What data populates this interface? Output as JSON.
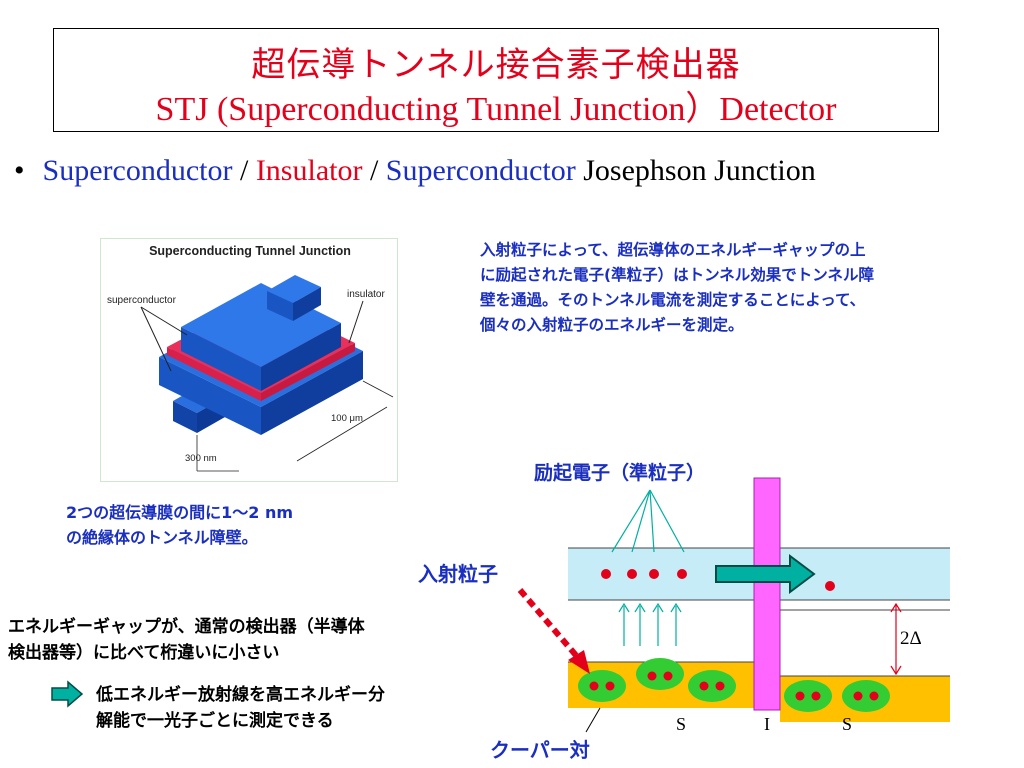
{
  "title": {
    "jp": "超伝導トンネル接合素子検出器",
    "en": "STJ (Superconducting Tunnel Junction）Detector"
  },
  "bullet": {
    "symbol": "•",
    "part1": "Superconductor",
    "sep1": " / ",
    "part2": "Insulator",
    "sep2": " / ",
    "part3": "Superconductor",
    "part4": " Josephson Junction"
  },
  "figure": {
    "title": "Superconducting Tunnel Junction",
    "label_superconductor": "superconductor",
    "label_insulator": "insulator",
    "dim_width": "100 μm",
    "dim_thickness": "300 nm"
  },
  "description": [
    "入射粒子によって、超伝導体のエネルギーギャップの上",
    "に励起された電子(準粒子）はトンネル効果でトンネル障",
    "壁を通過。そのトンネル電流を測定することによって、",
    "個々の入射粒子のエネルギーを測定。"
  ],
  "film_caption": [
    "2つの超伝導膜の間に1～2 nm",
    "の絶縁体のトンネル障壁。"
  ],
  "energy_gap": [
    "エネルギーギャップが、通常の検出器（半導体",
    "検出器等）に比べて桁違いに小さい"
  ],
  "result": [
    "低エネルギー放射線を高エネルギー分",
    "解能で一光子ごとに測定できる"
  ],
  "diagram": {
    "excited_label": "励起電子（準粒子）",
    "incident_label": "入射粒子",
    "cooper_label": "クーパー対",
    "gap_label": "2Δ",
    "s_left": "S",
    "i_label": "I",
    "s_right": "S"
  },
  "colors": {
    "title_red": "#e3001b",
    "text_blue": "#1a2fbf",
    "band_light_blue": "#c6ecf7",
    "band_orange": "#ffc000",
    "barrier_magenta": "#ff66ff",
    "cooper_green": "#33cc33",
    "arrow_teal": "#00b0a0",
    "stj_blue": "#1a5fd1",
    "stj_red": "#e8305a"
  }
}
